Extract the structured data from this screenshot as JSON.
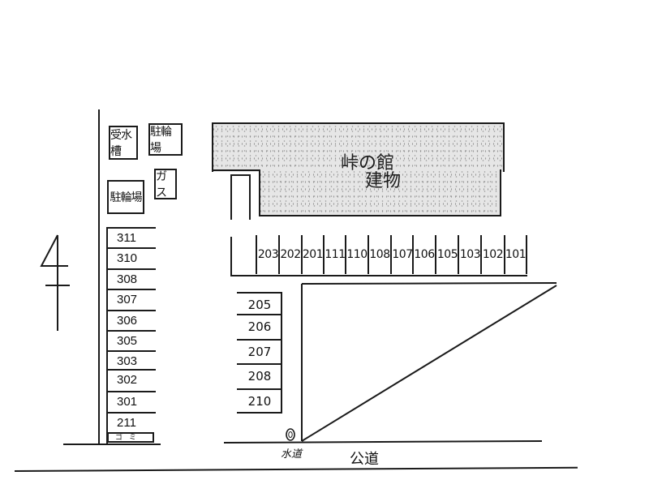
{
  "building": {
    "name": "峠の館",
    "label": "建物"
  },
  "facilities": {
    "water_tank": "受水槽",
    "bicycle_parking_1": "駐輪場",
    "bicycle_parking_2": "駐輪場",
    "gas": "ガス",
    "garbage": "ゴミ"
  },
  "parking_left_column": [
    "311",
    "310",
    "308",
    "307",
    "306",
    "305",
    "303",
    "302",
    "301",
    "211"
  ],
  "parking_top_row": [
    "203",
    "202",
    "201",
    "111",
    "110",
    "108",
    "107",
    "106",
    "105",
    "103",
    "102",
    "101"
  ],
  "parking_middle_column": [
    "205",
    "206",
    "207",
    "208",
    "210"
  ],
  "road": {
    "label": "公道",
    "water_label": "水道"
  },
  "compass": {
    "symbol": "north-arrow"
  }
}
